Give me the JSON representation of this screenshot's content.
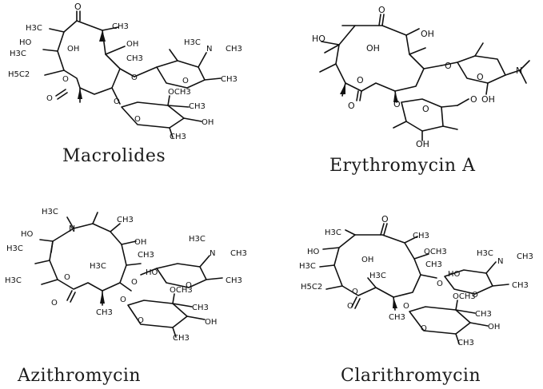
{
  "panels": [
    {
      "id": "macrolides",
      "caption": "Macrolides",
      "atom_labels": [
        "O",
        "CH3",
        "H3C",
        "HO",
        "OH",
        "OH",
        "H3C",
        "CH3",
        "H3C",
        "N",
        "CH3",
        "H5C2",
        "O",
        "O",
        "O",
        "CH3",
        "O",
        "O",
        "OCH3",
        "CH3",
        "O",
        "CH3",
        "OH"
      ]
    },
    {
      "id": "erythromycin-a",
      "caption": "Erythromycin A",
      "atom_labels": [
        "O",
        "HO",
        "OH",
        "OH",
        "O",
        "O",
        "O",
        "N",
        "O",
        "OH",
        "O",
        "O",
        "O",
        "OH"
      ]
    },
    {
      "id": "azithromycin",
      "caption": "Azithromycin",
      "atom_labels": [
        "H3C",
        "N",
        "CH3",
        "HO",
        "OH",
        "H3C",
        "CH3",
        "H3C",
        "N",
        "CH3",
        "H3C",
        "HO",
        "O",
        "CH3",
        "H3C",
        "O",
        "O",
        "O",
        "CH3",
        "O",
        "OCH3",
        "CH3",
        "O",
        "CH3",
        "OH"
      ]
    },
    {
      "id": "clarithromycin",
      "caption": "Clarithromycin",
      "atom_labels": [
        "O",
        "H3C",
        "CH3",
        "HO",
        "OH",
        "OCH3",
        "H3C",
        "CH3",
        "H3C",
        "N",
        "CH3",
        "H5C2",
        "O",
        "H3C",
        "HO",
        "O",
        "CH3",
        "O",
        "O",
        "O",
        "CH3",
        "OCH3",
        "CH3",
        "O",
        "CH3",
        "OH"
      ]
    }
  ]
}
